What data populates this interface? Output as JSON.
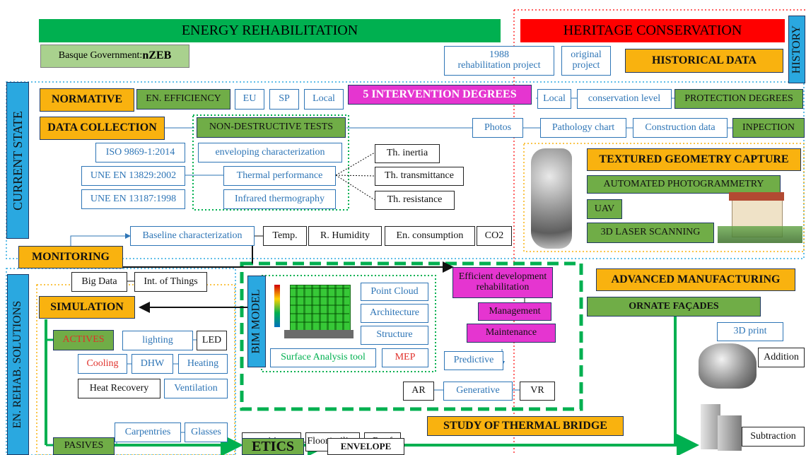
{
  "energy_title": "ENERGY REHABILITATION",
  "heritage_title": "HERITAGE CONSERVATION",
  "history_label": "HISTORY",
  "basque_prefix": "Basque Government: ",
  "basque_bold": "nZEB",
  "rehab_project": "1988\nrehabilitation project",
  "original_project": "original\nproject",
  "historical_data": "HISTORICAL DATA",
  "current_state": "CURRENT STATE",
  "normative": "NORMATIVE",
  "en_efficiency": "EN. EFFICIENCY",
  "eu": "EU",
  "sp": "SP",
  "local1": "Local",
  "intervention_degrees": "5 INTERVENTION DEGREES",
  "local2": "Local",
  "conservation_level": "conservation level",
  "protection_degrees": "PROTECTION DEGREES",
  "data_collection": "DATA COLLECTION",
  "non_destructive": "NON-DESTRUCTIVE TESTS",
  "photos": "Photos",
  "pathology_chart": "Pathology chart",
  "construction_data": "Construction data",
  "inpection": "INPECTION",
  "iso": "ISO 9869-1:2014",
  "enveloping": "enveloping characterization",
  "une1": "UNE EN 13829:2002",
  "thermal_perf": "Thermal performance",
  "une2": "UNE EN 13187:1998",
  "infrared": "Infrared thermography",
  "th_inertia": "Th. inertia",
  "th_transmittance": "Th. transmittance",
  "th_resistance": "Th. resistance",
  "textured_capture": "TEXTURED GEOMETRY CAPTURE",
  "automated_photo": "AUTOMATED PHOTOGRAMMETRY",
  "uav": "UAV",
  "laser_scanning": "3D LASER SCANNING",
  "baseline": "Baseline characterization",
  "temp": "Temp.",
  "humidity": "R. Humidity",
  "consumption": "En. consumption",
  "co2": "CO2",
  "monitoring": "MONITORING",
  "big_data": "Big Data",
  "iot": "Int. of Things",
  "en_rehab_solutions": "EN. REHAB. SOLUTIONS",
  "simulation": "SIMULATION",
  "actives": "ACTIVES",
  "lighting": "lighting",
  "led": "LED",
  "cooling": "Cooling",
  "dhw": "DHW",
  "heating": "Heating",
  "heat_recovery": "Heat Recovery",
  "ventilation": "Ventilation",
  "carpentries": "Carpentries",
  "glasses": "Glasses",
  "pasives": "PASIVES",
  "bim_model": "BIM MODEL",
  "point_cloud": "Point Cloud",
  "architecture": "Architecture",
  "structure": "Structure",
  "surface_tool": "Surface Analysis tool",
  "mep": "MEP",
  "efficient_dev": "Efficient development\nrehabilitation",
  "management": "Management",
  "maintenance": "Maintenance",
  "predictive": "Predictive",
  "ar": "AR",
  "generative": "Generative",
  "vr": "VR",
  "partitions": "partitions",
  "floor_ceiling": "Floor/ceiling",
  "roof": "Roof",
  "etics": "ETICS",
  "envelope": "ENVELOPE",
  "thermal_bridge": "STUDY OF THERMAL BRIDGE",
  "advanced_manufacturing": "ADVANCED MANUFACTURING",
  "ornate_facades": "ORNATE FAÇADES",
  "print_3d": "3D print",
  "addition": "Addition",
  "subtraction": "Subtraction",
  "colors": {
    "green": "#00b050",
    "red": "#ff0000",
    "orange": "#f9b20f",
    "magenta": "#e535d0",
    "blue": "#2e75b6",
    "cyan": "#2aa8e0"
  }
}
